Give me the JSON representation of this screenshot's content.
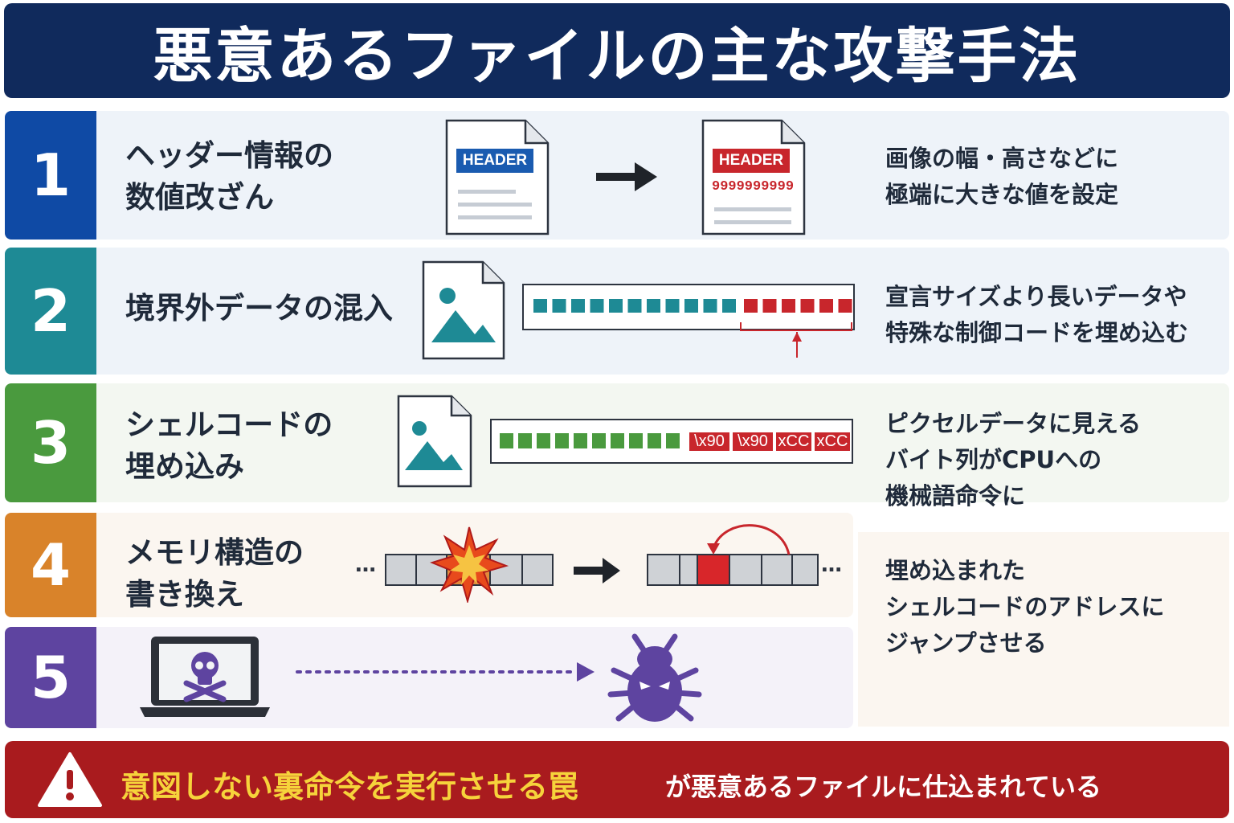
{
  "title": "悪意あるファイルの主な攻撃手法",
  "steps": [
    {
      "number": "1",
      "title": "ヘッダー情報の\n数値改ざん",
      "description": "画像の幅・高さなどに\n極端に大きな値を設定",
      "header_label_before": "HEADER",
      "header_label_after": "HEADER",
      "tampered_value": "9999999999",
      "color": "#0f4aa5"
    },
    {
      "number": "2",
      "title": "境界外データの混入",
      "description": "宣言サイズより長いデータや\n特殊な制御コードを埋め込む",
      "color": "#1e8a95"
    },
    {
      "number": "3",
      "title": "シェルコードの\n埋め込み",
      "description": "ピクセルデータに見える\nバイト列がCPUへの\n機械語命令に",
      "bytes": [
        "\\x90",
        "\\x90",
        "xCC",
        "xCC"
      ],
      "color": "#4a9a3e"
    },
    {
      "number": "4",
      "title": "メモリ構造の\n書き換え",
      "description": "埋め込まれた\nシェルコードのアドレスに\nジャンプさせる",
      "ellipsis": "…",
      "color": "#d9832a"
    },
    {
      "number": "5",
      "color": "#5e44a0"
    }
  ],
  "warning": {
    "highlight": "意図しない裏命令を実行させる罠",
    "rest": "が悪意あるファイルに仕込まれている",
    "icon": "warning-triangle-icon"
  }
}
